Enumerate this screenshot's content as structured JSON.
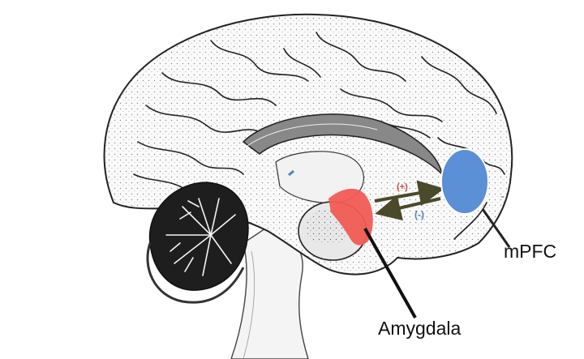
{
  "labels": {
    "mpfc": "mPFC",
    "amygdala": "Amygdala",
    "excitatory": "(+)",
    "inhibitory": "(-)",
    "dash": "-"
  },
  "colors": {
    "amygdala_fill": "#f15b55",
    "mpfc_fill": "#5b8fd6",
    "arrow": "#4a4a2a",
    "plus_text": "#c0504d",
    "minus_text": "#4f81bd",
    "outline": "#222222"
  },
  "icons": [
    "brain-sagittal-illustration",
    "cerebellum-illustration",
    "brainstem-illustration"
  ]
}
